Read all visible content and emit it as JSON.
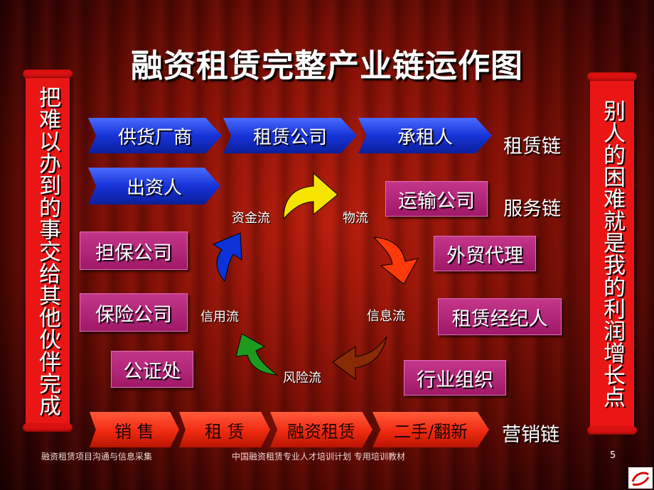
{
  "title": "融资租赁完整产业链运作图",
  "left_scroll": "把难以办到的事交给其他伙伴完成",
  "right_scroll": "别人的困难就是我的利润增长点",
  "lease_chain": {
    "items": [
      "供货厂商",
      "租赁公司",
      "承租人"
    ],
    "label": "租赁链"
  },
  "investor": "出资人",
  "service_chain_label": "服务链",
  "service_boxes": [
    "运输公司",
    "外贸代理",
    "租赁经纪人",
    "行业组织"
  ],
  "left_boxes": [
    "担保公司",
    "保险公司",
    "公证处"
  ],
  "flows": {
    "capital": "资金流",
    "logistics": "物流",
    "information": "信息流",
    "risk": "风险流",
    "credit": "信用流"
  },
  "marketing_chain": {
    "items": [
      "销  售",
      "租  赁",
      "融资租赁",
      "二手/翻新"
    ],
    "label": "营销链"
  },
  "arrow_colors": {
    "yellow": "#f5e400",
    "red": "#ff3a0a",
    "brown": "#8a2a05",
    "green": "#1e9a1e",
    "blue": "#0a32d8"
  },
  "footer": {
    "left": "融资租赁项目沟通与信息采集",
    "center": "中国融资租赁专业人才培训计划  专用培训教材",
    "page": "5"
  }
}
